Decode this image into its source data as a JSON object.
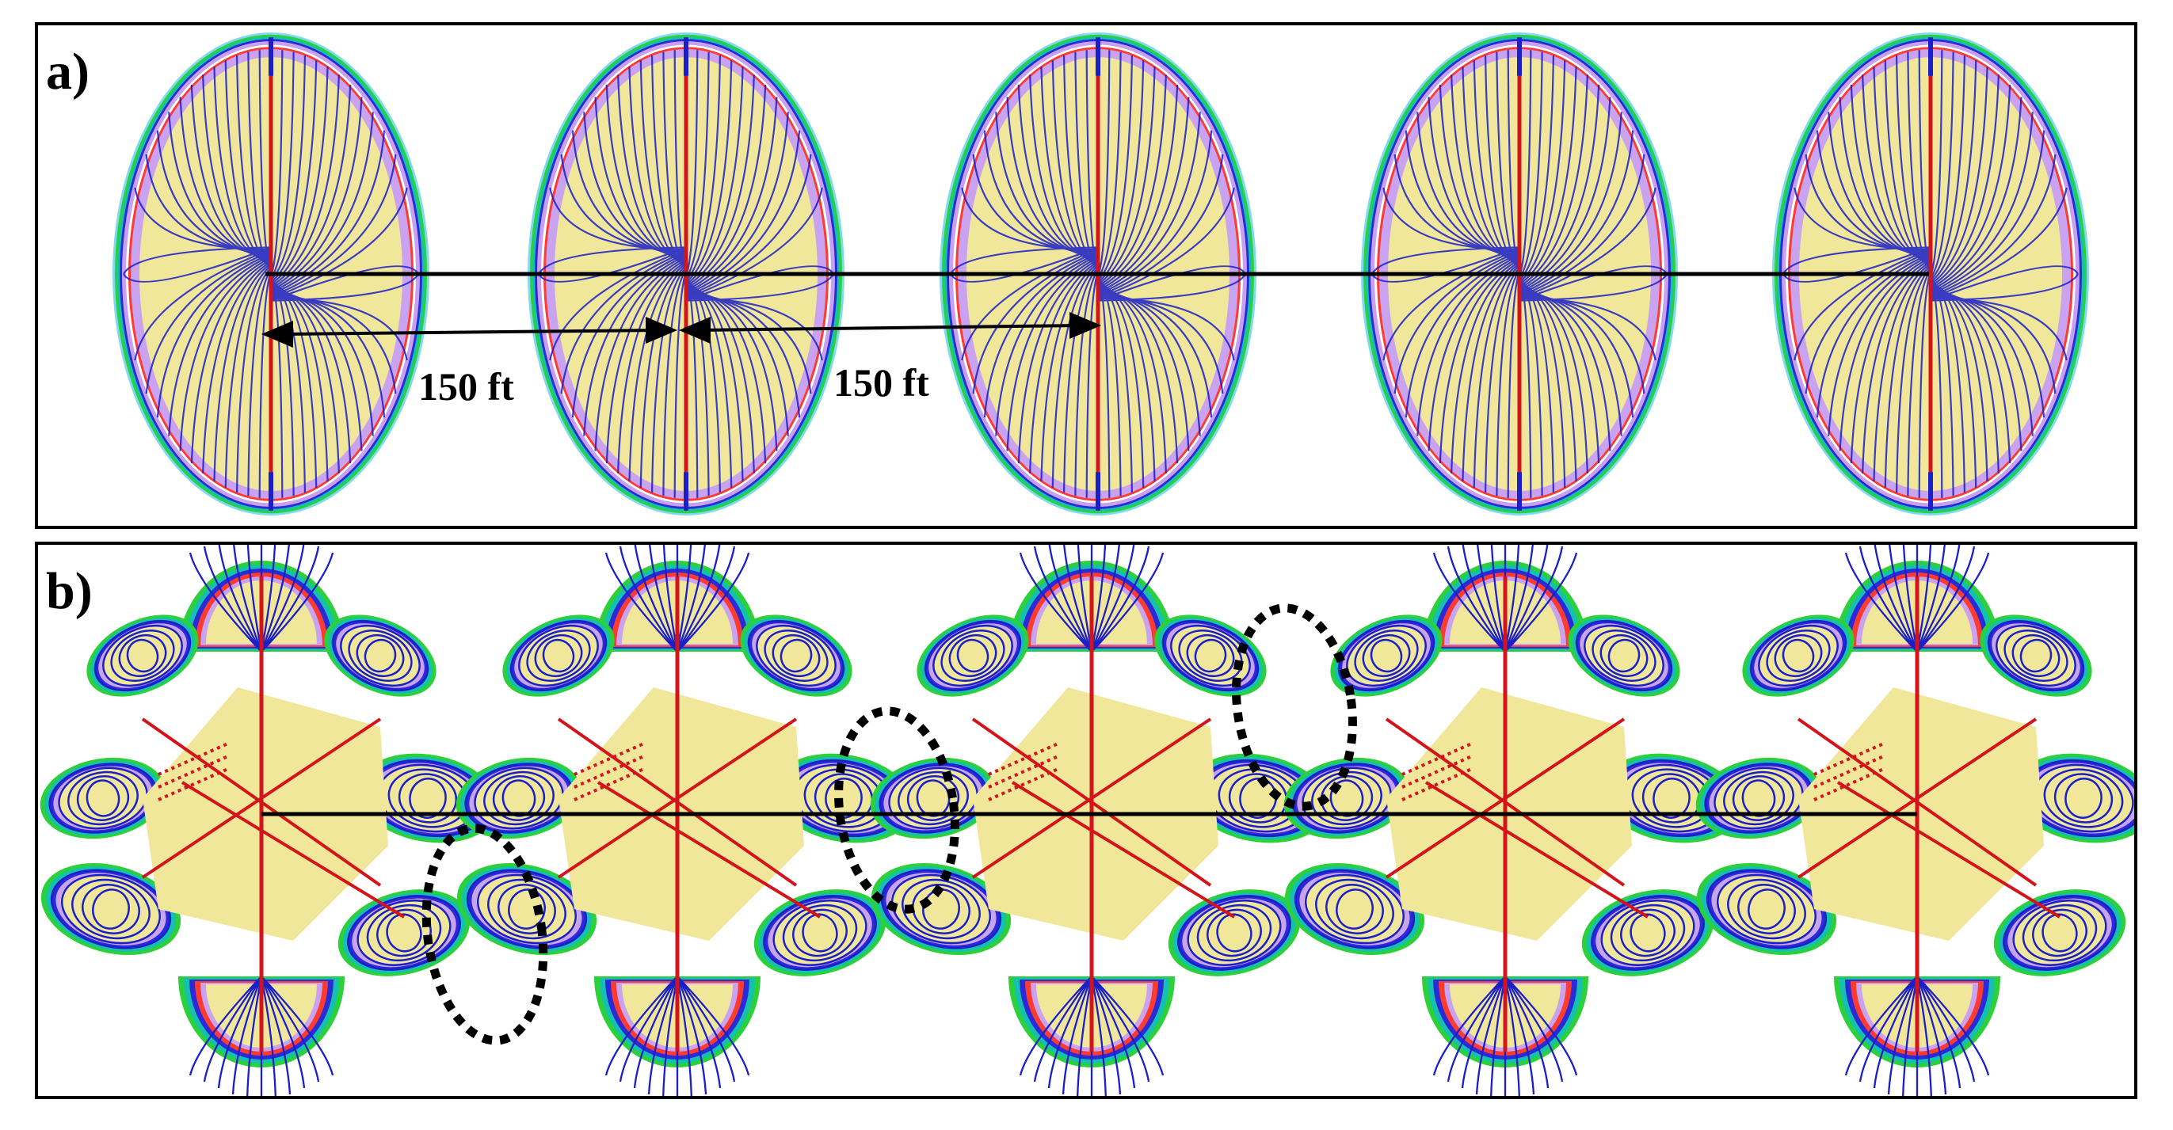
{
  "figure": {
    "panel_a": {
      "label": "a)",
      "spacing_labels": [
        "150 ft",
        "150 ft"
      ]
    },
    "panel_b": {
      "label": "b)"
    }
  },
  "colors": {
    "frame": "#000000",
    "wellbore": "#000000",
    "fracture_center": "#d4141b",
    "streamline": "#1a1fc8",
    "core_fill": "#f1e79a",
    "band_colors": [
      "#c9a3f0",
      "#ff3b30",
      "#ffffff",
      "#c8a0f2",
      "#2a2ad8",
      "#16c0b0",
      "#2bd03a",
      "#7fd9f2"
    ],
    "interference_marker": "#000000"
  }
}
